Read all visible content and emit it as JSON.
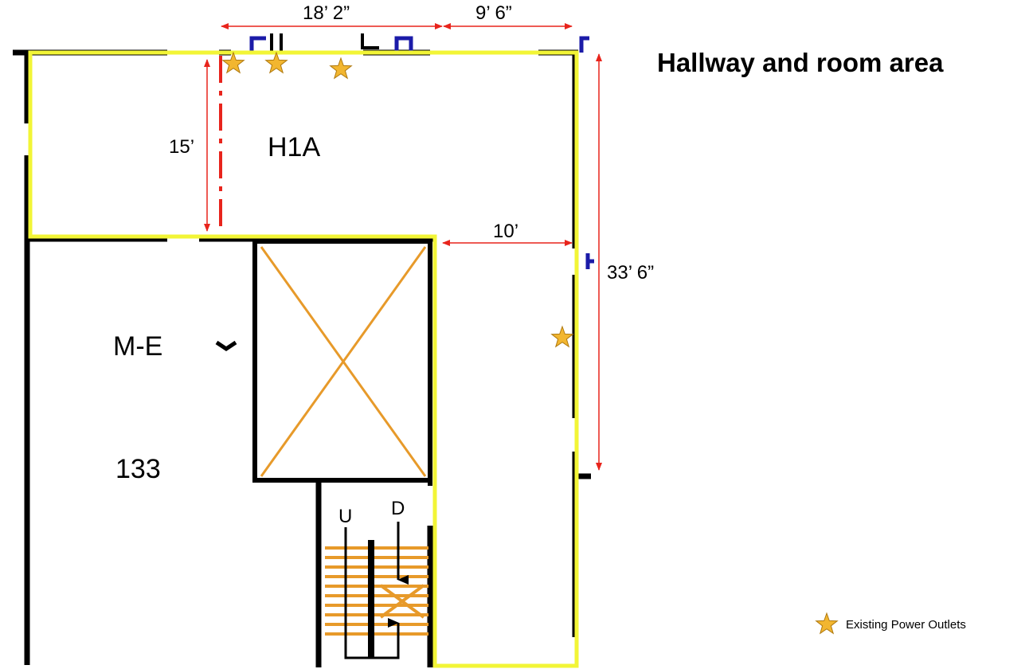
{
  "title": "Hallway and room area",
  "rooms": {
    "h1a": "H1A",
    "me": "M-E",
    "num": "133"
  },
  "dimensions": {
    "top_left": "18’ 2”",
    "top_right": "9’ 6”",
    "left_vertical": "15’",
    "hall_width": "10’",
    "right_vertical": "33’ 6”"
  },
  "stairs": {
    "up": "U",
    "down": "D"
  },
  "legend": {
    "label": "Existing Power Outlets",
    "icon": "star-icon"
  },
  "colors": {
    "highlight": "#f2f536",
    "dimension_arrow": "#e8241c",
    "outlet_star": "#f2b630",
    "walls": "#000000",
    "stairs_fill": "#e79a2a"
  }
}
